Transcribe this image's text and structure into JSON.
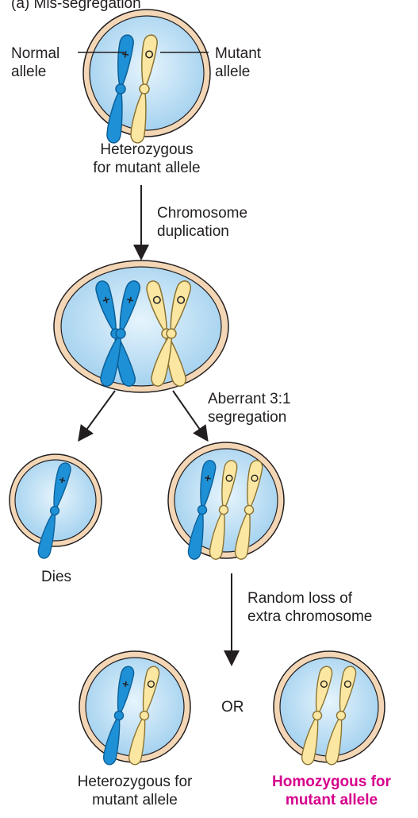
{
  "diagram": {
    "panel_title": "(a) Mis-segregation",
    "labels": {
      "normal_allele": [
        "Normal",
        "allele"
      ],
      "mutant_allele": [
        "Mutant",
        "allele"
      ],
      "heterozygous_top": [
        "Heterozygous",
        "for mutant allele"
      ],
      "step_duplication": [
        "Chromosome",
        "duplication"
      ],
      "step_segregation": [
        "Aberrant 3:1",
        "segregation"
      ],
      "dies": "Dies",
      "step_loss": [
        "Random loss of",
        "extra chromosome"
      ],
      "or": "OR",
      "heterozygous_bottom": [
        "Heterozygous for",
        "mutant allele"
      ],
      "homozygous_bottom": [
        "Homozygous for",
        "mutant allele"
      ]
    },
    "symbols": {
      "normal": "+",
      "mutant": "o"
    },
    "colors": {
      "cell_rim": "#f3d6b5",
      "cell_outline": "#231f20",
      "cell_fill": "#b7dcf3",
      "cell_fill_center": "#e6f4fc",
      "normal_chromosome": "#1e90d6",
      "mutant_chromosome": "#fbe7a2",
      "highlight_text": "#d6008c"
    }
  }
}
